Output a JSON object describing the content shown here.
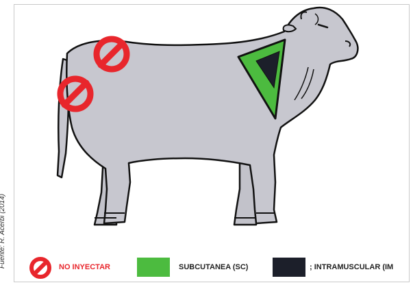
{
  "figure": {
    "source_credit": "Fuente: R. Acerbi (2014)"
  },
  "diagram": {
    "zones": [
      {
        "icon": "no-inject-icon",
        "meaning": "NO INYECTAR"
      },
      {
        "icon": "no-inject-icon",
        "meaning": "NO INYECTAR"
      },
      {
        "icon": "injection-triangle-icon",
        "meaning": "SUBCUTANEA (SC) / INTRAMUSCULAR"
      }
    ]
  },
  "legend": {
    "items": [
      {
        "label": "NO INYECTAR",
        "icon": "no-entry-icon",
        "color": "#e8262c"
      },
      {
        "label": "SUBCUTANEA (SC)",
        "icon": "green-swatch",
        "color": "#4cbb3f"
      },
      {
        "label": "; INTRAMUSCULAR (IM",
        "icon": "dark-swatch",
        "color": "#1c1f2a"
      }
    ]
  },
  "colors": {
    "cow_body": "#c7c7cf",
    "outline": "#111111",
    "no_inject_red": "#e8262c",
    "subcutaneous_green": "#4cbb3f",
    "intramuscular_dark": "#1c1f2a"
  }
}
